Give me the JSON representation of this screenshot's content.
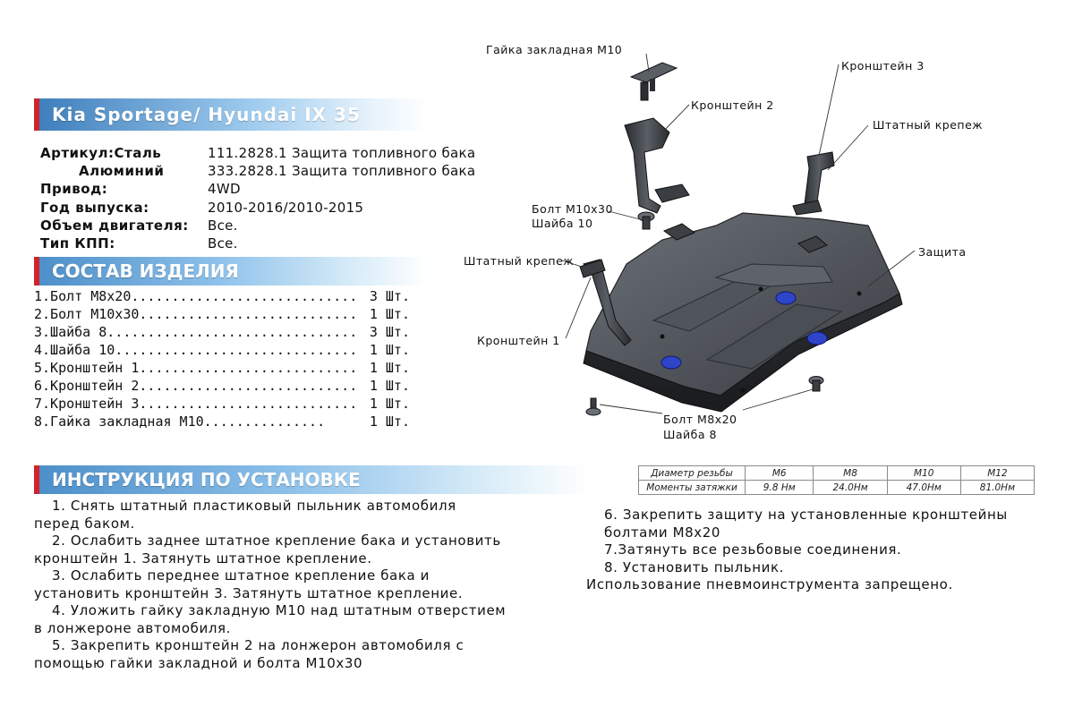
{
  "title_banner": "Kia Sportage/ Hyundai IX 35",
  "specs": [
    {
      "label": "Артикул:Сталь",
      "value": "111.2828.1 Защита топливного бака"
    },
    {
      "label": "Алюминий",
      "value": "333.2828.1 Защита топливного бака"
    },
    {
      "label": "Привод:",
      "value": "4WD"
    },
    {
      "label": "Год выпуска:",
      "value": "2010-2016/2010-2015"
    },
    {
      "label": "Объем двигателя:",
      "value": "Все."
    },
    {
      "label": "Тип КПП:",
      "value": "Все."
    }
  ],
  "parts_banner": "СОСТАВ ИЗДЕЛИЯ",
  "parts": [
    {
      "name": "1.Болт М8х20............................",
      "qty": "3 Шт."
    },
    {
      "name": "2.Болт М10х30...........................",
      "qty": "1 Шт."
    },
    {
      "name": "3.Шайба 8...............................",
      "qty": "3 Шт."
    },
    {
      "name": "4.Шайба 10..............................",
      "qty": "1 Шт."
    },
    {
      "name": "5.Кронштейн 1...........................",
      "qty": "1 Шт."
    },
    {
      "name": "6.Кронштейн 2...........................",
      "qty": "1 Шт."
    },
    {
      "name": "7.Кронштейн 3...........................",
      "qty": "1 Шт."
    },
    {
      "name": "8.Гайка закладная М10...............",
      "qty": "1 Шт."
    }
  ],
  "install_banner": "ИНСТРУКЦИЯ ПО УСТАНОВКЕ",
  "instructions_left": [
    "1. Снять штатный пластиковый пыльник автомобиля",
    "перед баком.",
    "2. Ослабить заднее штатное крепление бака и установить",
    "кронштейн 1. Затянуть штатное крепление.",
    "3. Ослабить переднее штатное крепление бака и",
    "установить кронштейн 3. Затянуть штатное крепление.",
    "4. Уложить гайку закладную М10 над штатным отверстием",
    "в лонжероне автомобиля.",
    "5. Закрепить кронштейн 2 на лонжерон автомобиля с",
    "помощью гайки закладной и болта М10х30"
  ],
  "instructions_right": [
    "6. Закрепить защиту на установленные кронштейны",
    "болтами М8х20",
    "7.Затянуть все резьбовые соединения.",
    "8. Установить пыльник.",
    "Использование пневмоинструмента запрещено."
  ],
  "torque_table": {
    "header_row": [
      "Диаметр резьбы",
      "М6",
      "М8",
      "М10",
      "М12"
    ],
    "value_row": [
      "Моменты затяжки",
      "9.8 Нм",
      "24.0Нм",
      "47.0Нм",
      "81.0Нм"
    ]
  },
  "diagram_callouts": {
    "nut": "Гайка закладная М10",
    "bracket2": "Кронштейн 2",
    "bracket3": "Кронштейн 3",
    "std_mount_right": "Штатный крепеж",
    "bolt_m10_line1": "Болт М10х30",
    "bolt_m10_line2": "Шайба 10",
    "std_mount_left": "Штатный крепеж",
    "guard": "Защита",
    "bracket1": "Кронштейн 1",
    "bolt_m8_line1": "Болт М8х20",
    "bolt_m8_line2": "Шайба 8"
  },
  "colors": {
    "accent_red": "#d2232a",
    "banner_blue": "#4d8fc9",
    "metal_dark": "#3a3d42",
    "bolt_blue": "#2f45c8"
  }
}
